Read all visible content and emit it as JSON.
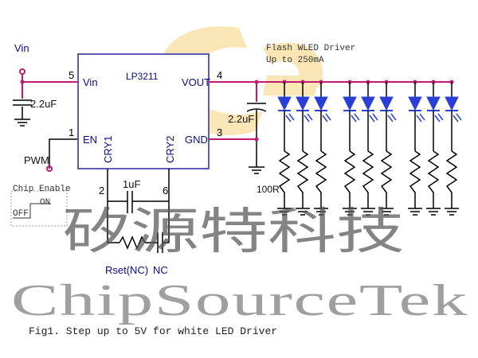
{
  "labels": {
    "vin_top": "Vin",
    "chip_name": "LP3211",
    "pin_vin": "Vin",
    "pin_en": "EN",
    "pin_vout": "VOUT",
    "pin_gnd": "GND",
    "pin_cry1": "CRY1",
    "pin_cry2": "CRY2",
    "pin5": "5",
    "pin1": "1",
    "pin4": "4",
    "pin3": "3",
    "pin2": "2",
    "pin6": "6",
    "cap_in": "2.2uF",
    "cap_out": "2.2uF",
    "cap_fly": "1uF",
    "pwm": "PWM",
    "chip_enable": "Chip Enable",
    "on": "ON",
    "off": "OFF",
    "resistor": "100R",
    "rset": "Rset(NC)",
    "nc": "NC",
    "driver_title": "Flash WLED Driver",
    "driver_current": "Up to 250mA"
  },
  "watermark": {
    "chinese": "矽源特科技",
    "english": "ChipSourceTek"
  },
  "caption": "Fig1. Step up to 5V for white LED Driver",
  "colors": {
    "wire": "#c2186f",
    "chip_outline": "#5b5bb8",
    "led": "#2a3fd6",
    "label": "#0a0a8a",
    "logo": "#f6d27a"
  },
  "led_count": 9
}
